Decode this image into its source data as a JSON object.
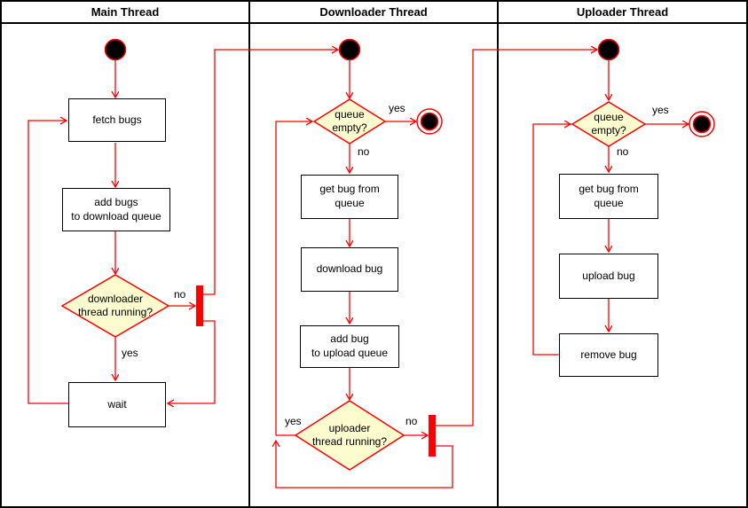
{
  "diagram": {
    "type": "uml-activity-diagram",
    "lanes": [
      {
        "title": "Main Thread"
      },
      {
        "title": "Downloader Thread"
      },
      {
        "title": "Uploader Thread"
      }
    ],
    "nodes": {
      "main": {
        "fetch_bugs": "fetch bugs",
        "add_bugs": "add bugs\nto download queue",
        "downloader_running": "downloader\nthread running?",
        "wait": "wait"
      },
      "downloader": {
        "queue_empty": "queue\nempty?",
        "get_bug": "get bug from\nqueue",
        "download_bug": "download bug",
        "add_bug_upload": "add bug\nto upload queue",
        "uploader_running": "uploader\nthread running?"
      },
      "uploader": {
        "queue_empty": "queue\nempty?",
        "get_bug": "get bug from\nqueue",
        "upload_bug": "upload bug",
        "remove_bug": "remove bug"
      }
    },
    "edge_labels": {
      "main_downloader_running_no": "no",
      "main_downloader_running_yes": "yes",
      "dl_queue_empty_yes": "yes",
      "dl_queue_empty_no": "no",
      "dl_uploader_running_yes": "yes",
      "dl_uploader_running_no": "no",
      "ul_queue_empty_yes": "yes",
      "ul_queue_empty_no": "no"
    },
    "colors": {
      "flow_edge": "#ff0000",
      "sync_bar": "#ff0000",
      "decision_fill": "#fcfcce",
      "decision_border": "#ff0000",
      "activity_border": "#000000",
      "activity_fill": "#ffffff",
      "start_node_fill": "#000000",
      "lane_border": "#000000",
      "text": "#000000"
    }
  }
}
